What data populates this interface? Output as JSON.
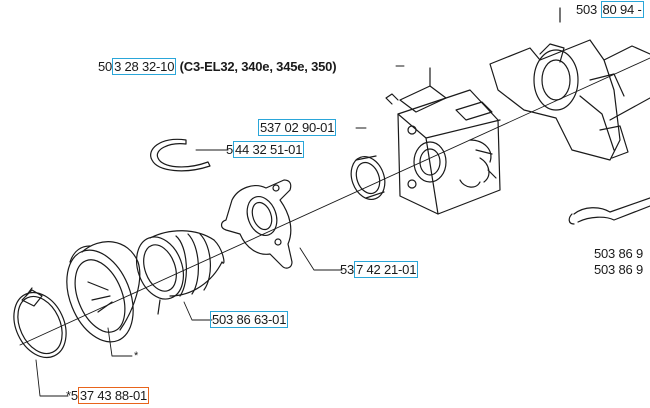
{
  "labels": {
    "carb_kit": {
      "prefix": "50",
      "boxed": "3 28 32-10",
      "note": " (C3-EL32, 340e, 345e, 350)"
    },
    "part_top_right": {
      "prefix": "503 ",
      "boxed": "80 94 -"
    },
    "gasket": {
      "prefix": "",
      "boxed": "537 02 90-01"
    },
    "circlip": {
      "prefix": "5",
      "boxed": "44 32 51-01"
    },
    "flange": {
      "prefix": "53",
      "boxed": "7 42 21-01"
    },
    "intake_boot": {
      "prefix": "",
      "boxed": "503 86 63-01"
    },
    "clamp": {
      "prefix": "*5",
      "boxed": "37 43 88-01"
    },
    "right_a": {
      "prefix": "503 86 9",
      "boxed": ""
    },
    "right_b": {
      "prefix": "503 86 9",
      "boxed": ""
    },
    "star_mark": "*"
  },
  "colors": {
    "link_box": "#2aa6d9",
    "highlight_box": "#e8641b",
    "line": "#1a1a1a"
  }
}
